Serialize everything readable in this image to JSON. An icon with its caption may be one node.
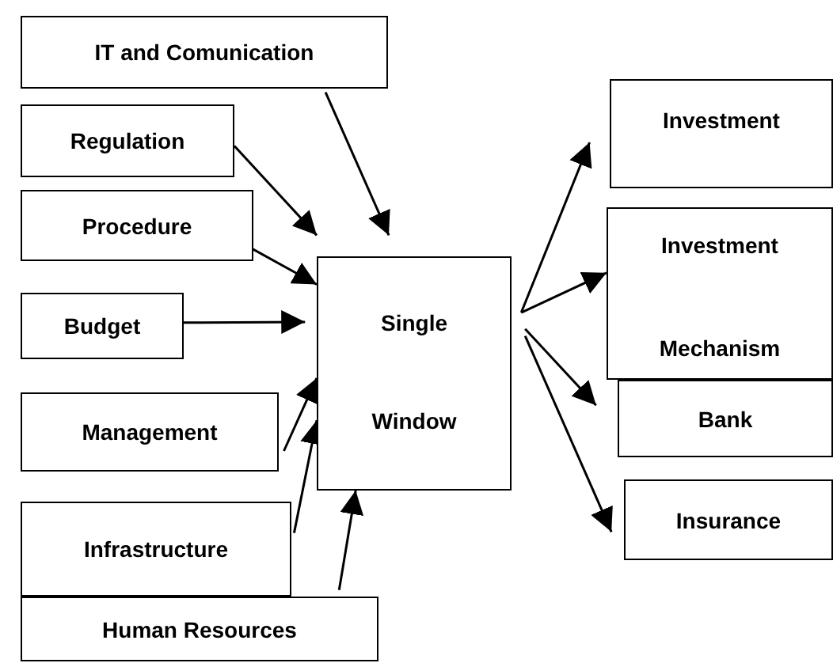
{
  "diagram": {
    "nodes": [
      {
        "text": [
          "IT and Comunication"
        ]
      },
      {
        "text": [
          "Regulation"
        ]
      },
      {
        "text": [
          "Procedure"
        ]
      },
      {
        "text": [
          "Budget"
        ]
      },
      {
        "text": [
          "Management"
        ]
      },
      {
        "text": [
          "Infrastructure"
        ]
      },
      {
        "text": [
          "Human Resources"
        ]
      },
      {
        "text": [
          "Single Window"
        ]
      },
      {
        "text": [
          "Investment"
        ]
      },
      {
        "text": [
          "Investment Mechanism"
        ]
      },
      {
        "text": [
          "Bank"
        ]
      },
      {
        "text": [
          "Insurance"
        ]
      }
    ],
    "edges": [
      {
        "from": 0,
        "to": 7,
        "arrow": "to"
      },
      {
        "from": 1,
        "to": 7,
        "arrow": "to"
      },
      {
        "from": 2,
        "to": 7,
        "arrow": "to"
      },
      {
        "from": 3,
        "to": 7,
        "arrow": "to"
      },
      {
        "from": 4,
        "to": 7,
        "arrow": "to"
      },
      {
        "from": 5,
        "to": 7,
        "arrow": "to"
      },
      {
        "from": 6,
        "to": 7,
        "arrow": "to"
      },
      {
        "from": 7,
        "to": 8,
        "arrow": "to"
      },
      {
        "from": 7,
        "to": 9,
        "arrow": "to"
      },
      {
        "from": 7,
        "to": 10,
        "arrow": "to"
      },
      {
        "from": 7,
        "to": 11,
        "arrow": "to"
      }
    ]
  }
}
